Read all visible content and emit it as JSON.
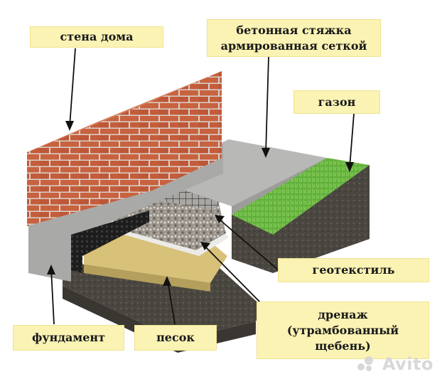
{
  "labels": {
    "wall": "стена дома",
    "screed_line1": "бетонная стяжка",
    "screed_line2": "армированная сеткой",
    "lawn": "газон",
    "geotextile": "геотекстиль",
    "drainage_line1": "дренаж",
    "drainage_line2": "(утрамбованный",
    "drainage_line3": "щебень)",
    "foundation": "фундамент",
    "sand": "песок"
  },
  "watermark": "Avito",
  "colors": {
    "label_background": "#fbf3b4",
    "leader_line": "#111111",
    "brick": "#c8623f",
    "concrete": "#b8b8b6",
    "grass": "#5fae3a"
  }
}
